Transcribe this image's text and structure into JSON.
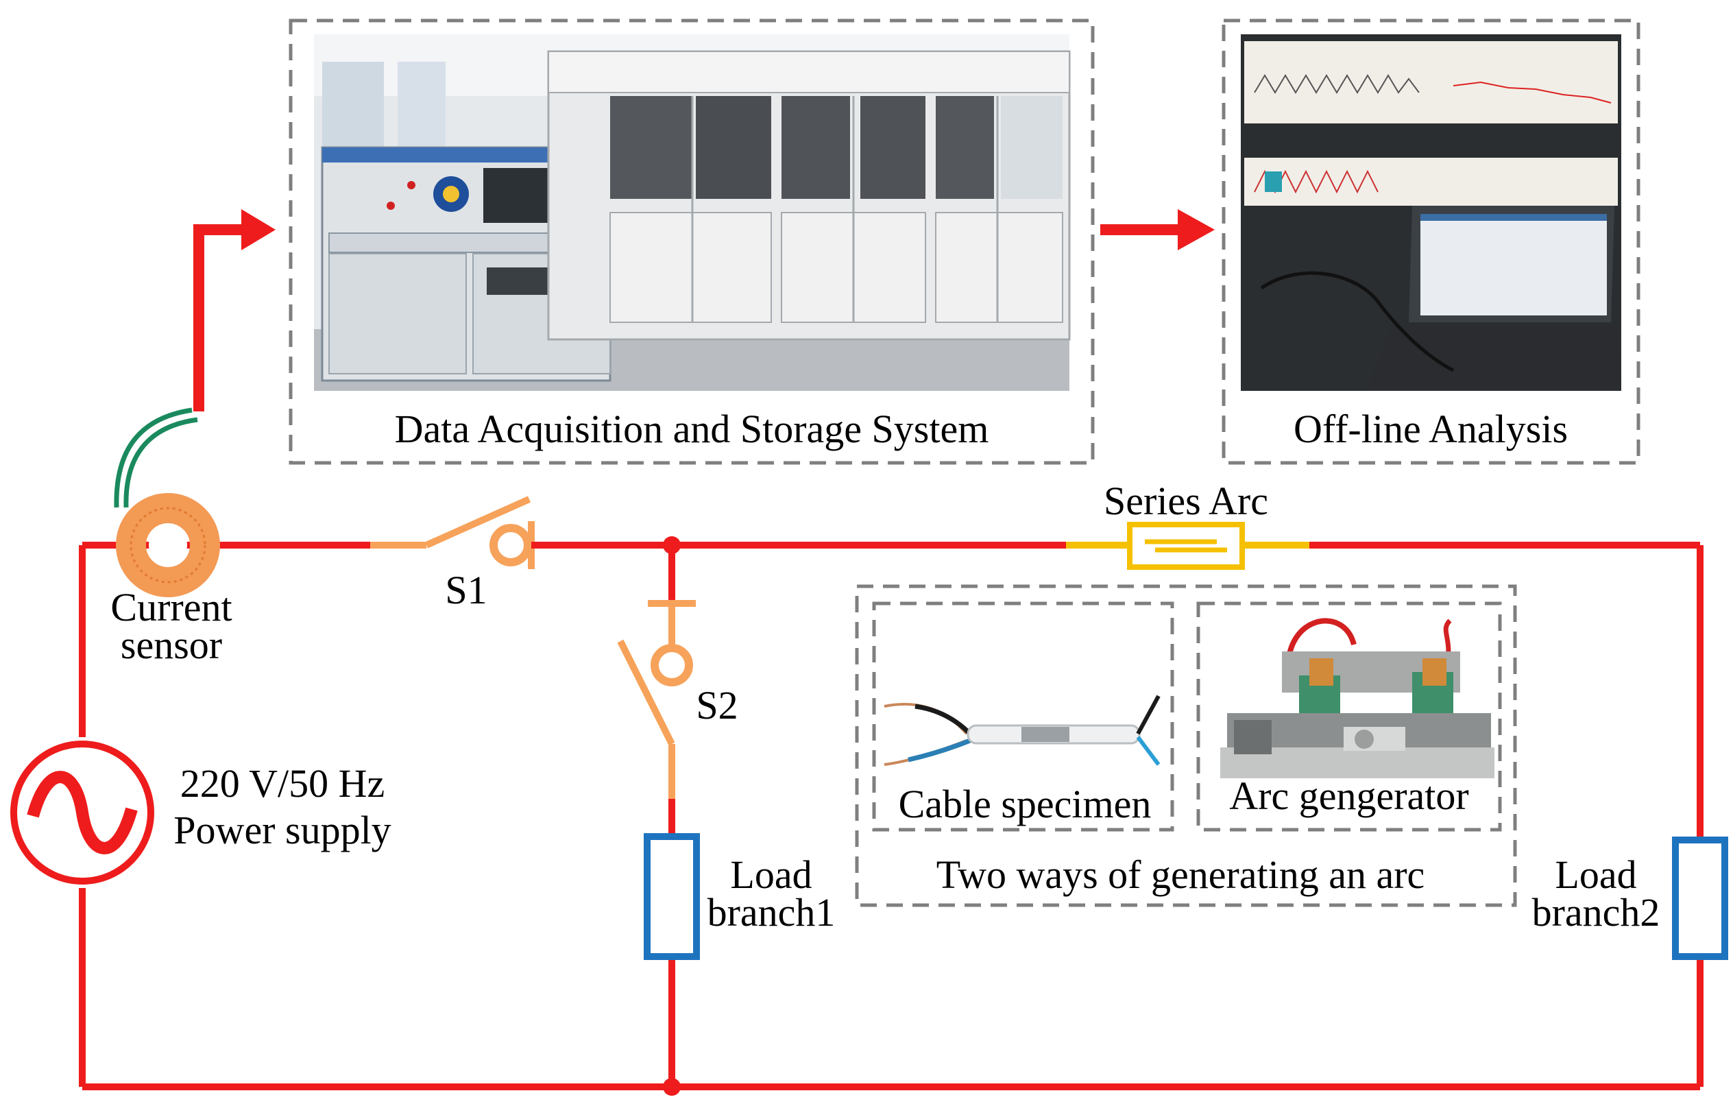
{
  "panels": {
    "daq_caption": "Data Acquisition and Storage System",
    "analysis_caption": "Off-line Analysis"
  },
  "circuit": {
    "series_arc": "Series Arc",
    "current_sensor": [
      "Current",
      "sensor"
    ],
    "switch1": "S1",
    "switch2": "S2",
    "supply": [
      "220 V/50 Hz",
      "Power supply"
    ],
    "load1": [
      "Load",
      "branch1"
    ],
    "load2": [
      "Load",
      "branch2"
    ]
  },
  "arc_methods": {
    "cable_caption": "Cable specimen",
    "generator_caption": "Arc gengerator",
    "group_caption": "Two ways of generating an arc"
  },
  "colors": {
    "wire": "#ee1c1c",
    "switch": "#f7a25a",
    "arc": "#f5c000",
    "load": "#1e73be",
    "sensor_core": "#f39a55",
    "sensor_lead": "#1a8a5e",
    "dash_border": "#7f7f7f"
  }
}
